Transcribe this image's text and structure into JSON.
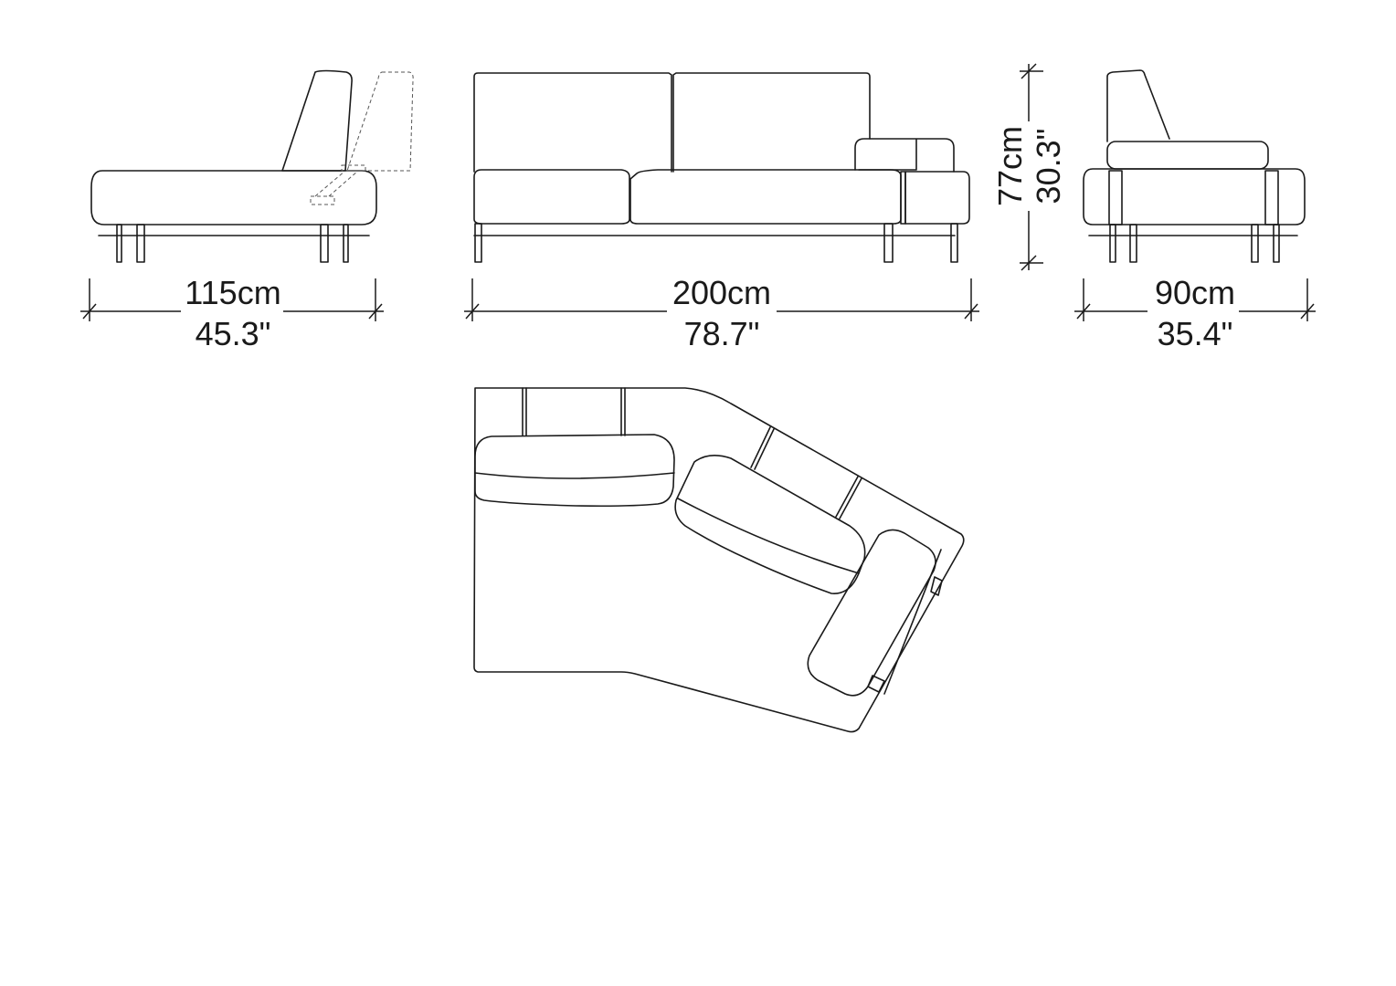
{
  "dimensions": {
    "depth": {
      "metric": "115cm",
      "imperial": "45.3\""
    },
    "width": {
      "metric": "200cm",
      "imperial": "78.7\""
    },
    "height": {
      "metric": "77cm",
      "imperial": "30.3\""
    },
    "arm_depth": {
      "metric": "90cm",
      "imperial": "35.4\""
    }
  },
  "colors": {
    "line": "#1a1a1a",
    "background": "#ffffff"
  }
}
